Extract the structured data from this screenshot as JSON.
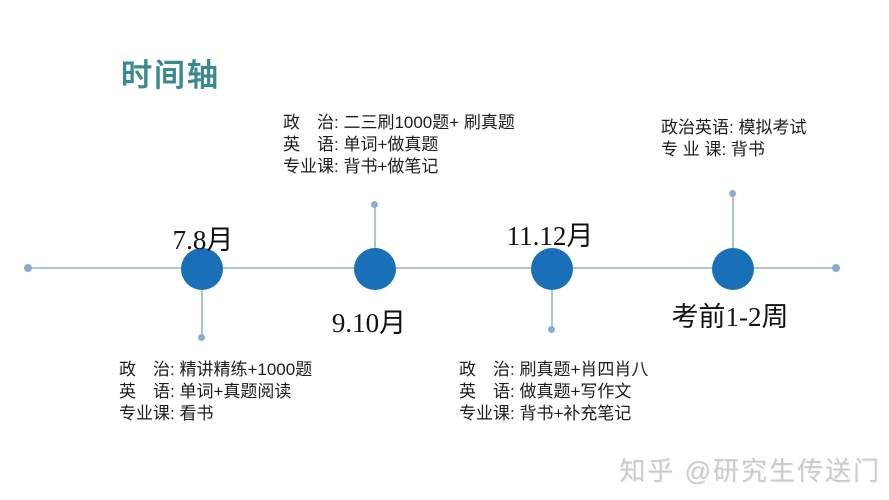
{
  "title": "时间轴",
  "watermark": "知乎 @研究生传送门",
  "colors": {
    "title_teal": "#3a898f",
    "node_blue": "#1a70b8",
    "line_blue": "#aac4dd",
    "dot_blue": "#8aaed2",
    "text": "#1c1c1c",
    "watermark_gray": "#cbcbcb"
  },
  "nodes": [
    {
      "label": "7.8月",
      "label_position": "above",
      "tasks_position": "below",
      "tasks": [
        "政　治: 精讲精练+1000题",
        "英　语: 单词+真题阅读",
        "专业课: 看书"
      ]
    },
    {
      "label": "9.10月",
      "label_position": "below",
      "tasks_position": "above",
      "tasks": [
        "政　治: 二三刷1000题+ 刷真题",
        "英　语: 单词+做真题",
        "专业课: 背书+做笔记"
      ]
    },
    {
      "label": "11.12月",
      "label_position": "above",
      "tasks_position": "below",
      "tasks": [
        "政　治: 刷真题+肖四肖八",
        "英　语: 做真题+写作文",
        "专业课: 背书+补充笔记"
      ]
    },
    {
      "label": "考前1-2周",
      "label_position": "below",
      "tasks_position": "above",
      "tasks": [
        "政治英语: 模拟考试",
        "专 业 课: 背书"
      ]
    }
  ]
}
